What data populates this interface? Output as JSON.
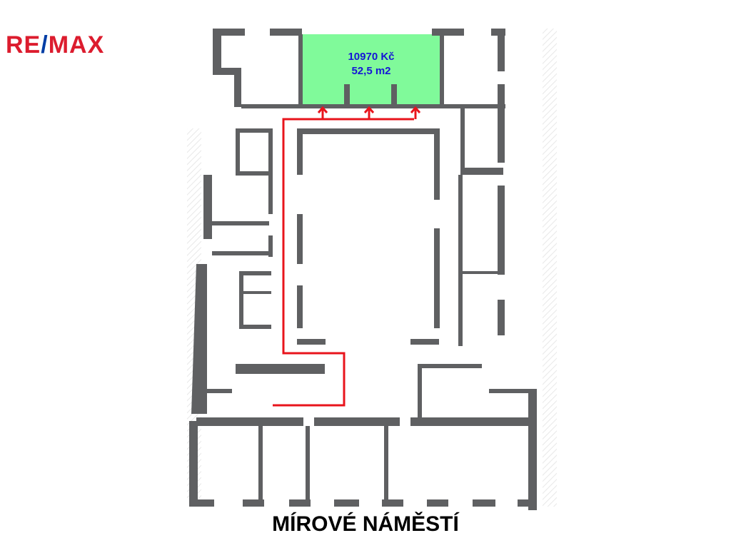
{
  "logo": {
    "part1": "RE",
    "slash": "/",
    "part2": "MAX"
  },
  "unit": {
    "price": "10970 Kč",
    "area": "52,5 m2"
  },
  "street_label": "MÍROVÉ NÁMĚSTÍ",
  "colors": {
    "logo_red": "#dc1c2e",
    "logo_blue": "#003da5",
    "highlight": "#80fa9a",
    "wall": "#5f6062",
    "route": "#e8141c",
    "label_blue": "#1515d6"
  }
}
